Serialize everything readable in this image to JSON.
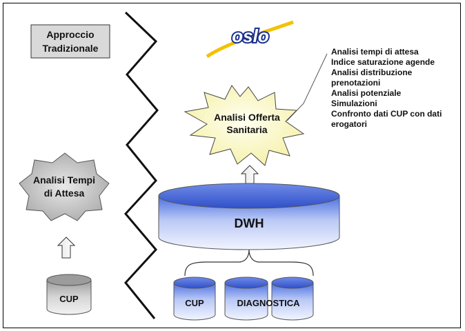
{
  "approach_box": {
    "line1": "Approccio",
    "line2": "Tradizionale"
  },
  "logo": {
    "text": "oslo"
  },
  "offerta_star": {
    "line1": "Analisi Offerta",
    "line2": "Sanitaria"
  },
  "tempi_octagon": {
    "line1": "Analisi Tempi",
    "line2": "di Attesa"
  },
  "dwh": {
    "label": "DWH"
  },
  "cup_left": {
    "label": "CUP"
  },
  "cup_right": {
    "label": "CUP"
  },
  "diagnostica": {
    "label": "DIAGNOSTICA"
  },
  "analysis_list": {
    "items": [
      "Analisi tempi di attesa",
      "Indice saturazione agende",
      "Analisi distribuzione",
      "prenotazioni",
      "Analisi potenziale",
      "Simulazioni",
      "Confronto dati CUP con dati",
      "erogatori"
    ]
  },
  "colors": {
    "box_fill": "#d9d9d9",
    "star_fill": "#ffffcc",
    "octagon_fill": "#c8c8c8",
    "db_blue": "#3a5fd8",
    "db_light": "#dfe6ff",
    "logo_blue": "#1a2f8f",
    "logo_yellow": "#f2c200"
  }
}
